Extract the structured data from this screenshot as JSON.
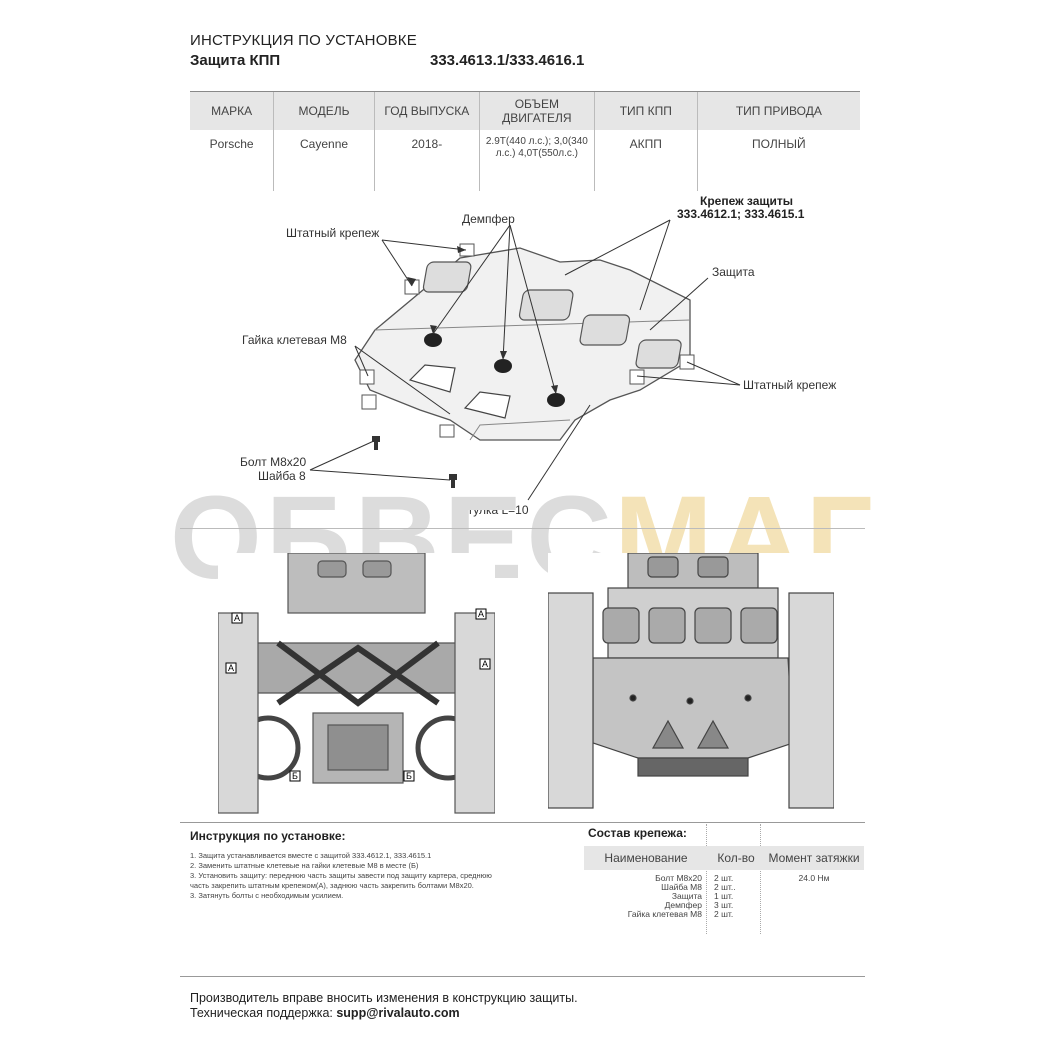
{
  "header": {
    "line1": "ИНСТРУКЦИЯ ПО УСТАНОВКЕ",
    "line2": "Защита КПП",
    "part_numbers": "333.4613.1/333.4616.1"
  },
  "spec_table": {
    "headers": [
      "МАРКА",
      "МОДЕЛЬ",
      "ГОД ВЫПУСКА",
      "ОБЪЕМ ДВИГАТЕЛЯ",
      "ТИП КПП",
      "ТИП ПРИВОДА"
    ],
    "row": [
      "Porsche",
      "Cayenne",
      "2018-",
      "2.9T(440 л.с.); 3,0(340 л.с.) 4,0T(550л.с.)",
      "АКПП",
      "ПОЛНЫЙ"
    ]
  },
  "diagram_labels": {
    "fastener_title": "Крепеж защиты",
    "fastener_numbers": "333.4612.1; 333.4615.1",
    "damper": "Демпфер",
    "stock_fastener_top": "Штатный крепеж",
    "guard": "Защита",
    "cage_nut": "Гайка клетевая М8",
    "stock_fastener_right": "Штатный крепеж",
    "bolt": "Болт М8х20",
    "washer": "Шайба 8",
    "bushing": "Втулка L=10"
  },
  "watermark": {
    "part1": "ОБВЕС",
    "part2": "МАГ"
  },
  "photo_markers": {
    "a_labels": [
      "А",
      "А",
      "А",
      "А"
    ],
    "b_labels": [
      "Б",
      "Б"
    ]
  },
  "instructions": {
    "title": "Инструкция по установке:",
    "items": [
      "1. Защита устанавливается вместе с защитой 333.4612.1, 333.4615.1",
      "2. Заменить штатные клетевые на гайки клетевые М8 в месте (Б)",
      "3. Установить защиту: переднюю часть защиты завести под защиту картера, среднюю",
      "часть закрепить штатным крепежом(А), заднюю часть закрепить болтами М8х20.",
      "3. Затянуть болты с необходимым усилием."
    ]
  },
  "fastener_table": {
    "title": "Состав крепежа:",
    "headers": [
      "Наименование",
      "Кол-во",
      "Момент затяжки"
    ],
    "rows": [
      [
        "Болт М8х20",
        "2 шт.",
        "24.0 Нм"
      ],
      [
        "Шайба М8",
        "2 шт..",
        ""
      ],
      [
        "Защита",
        "1 шт.",
        ""
      ],
      [
        "Демпфер",
        "3 шт.",
        ""
      ],
      [
        "Гайка клетевая М8",
        "2 шт.",
        ""
      ]
    ]
  },
  "footer": {
    "line1": "Производитель вправе вносить изменения в конструкцию защиты.",
    "support_label": "Техническая поддержка: ",
    "support_email": "supp@rivalauto.com"
  }
}
